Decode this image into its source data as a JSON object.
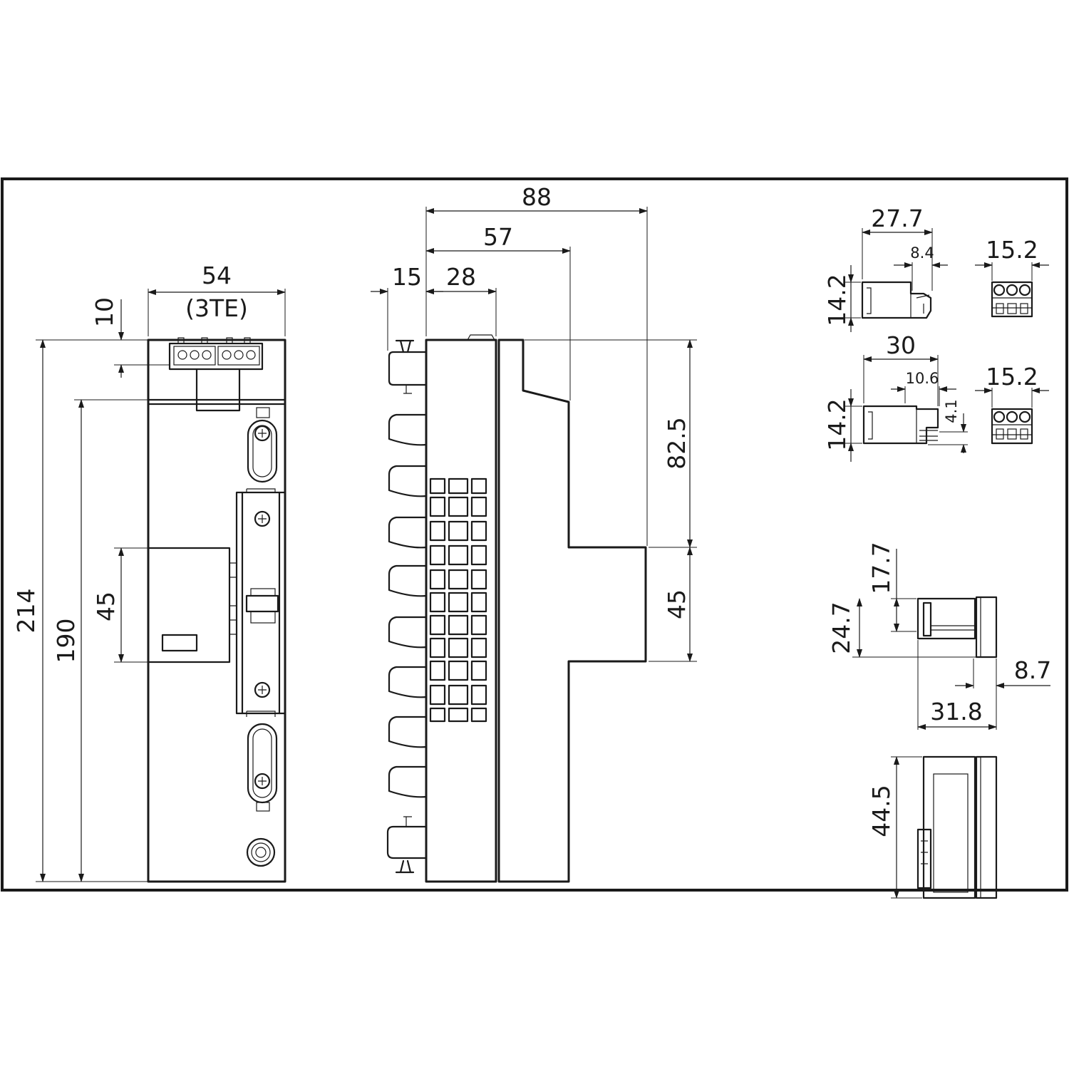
{
  "front_view": {
    "width": "54",
    "width_note": "(3TE)",
    "top_offset": "10",
    "total_height": "214",
    "inner_height": "190",
    "window_height": "45"
  },
  "side_view": {
    "depth_total": "88",
    "depth_mid": "57",
    "depth_rail": "15",
    "depth_front": "28",
    "upper_height": "82.5",
    "lower_height": "45"
  },
  "connectors": {
    "c1_width": "27.7",
    "c1_pin": "8.4",
    "c1_height": "14.2",
    "c1_front_width": "15.2",
    "c2_width": "30",
    "c2_pin": "10.6",
    "c2_pin_height": "4.1",
    "c2_height": "14.2",
    "c2_front_width": "15.2"
  },
  "module": {
    "height_inner": "17.7",
    "height_outer": "24.7",
    "offset": "8.7",
    "length": "31.8",
    "side_height": "44.5"
  }
}
